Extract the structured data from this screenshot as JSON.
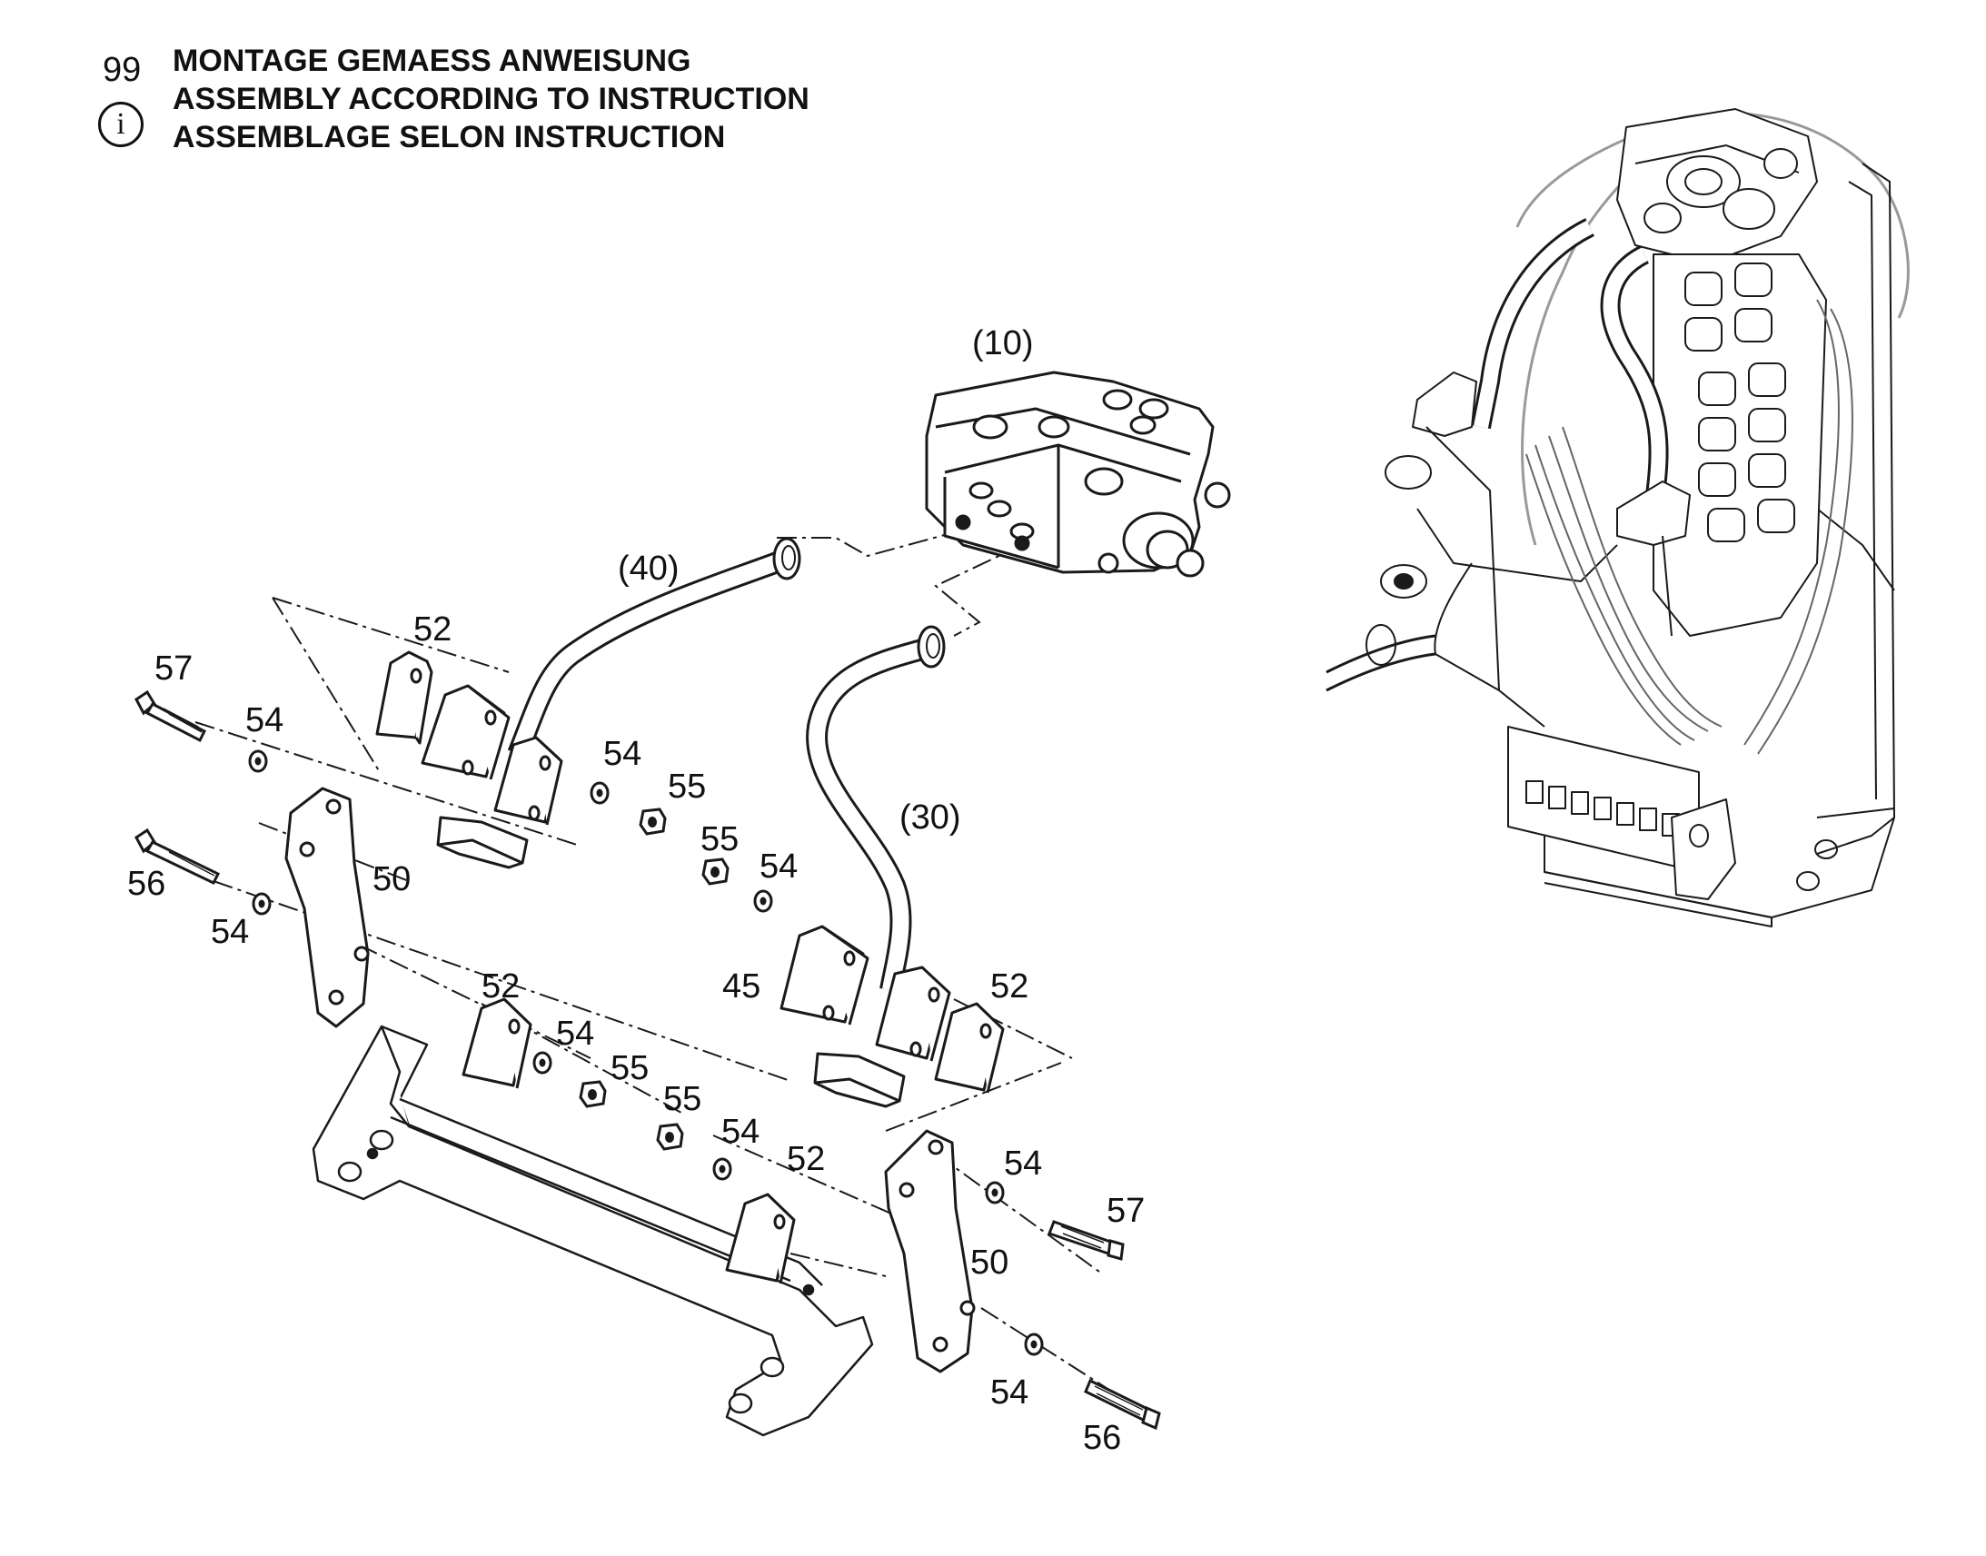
{
  "header": {
    "number": "99",
    "info_symbol": "i",
    "lines": [
      "MONTAGE GEMAESS ANWEISUNG",
      "ASSEMBLY ACCORDING TO INSTRUCTION",
      "ASSEMBLAGE SELON INSTRUCTION"
    ]
  },
  "callouts": {
    "valve": "(10)",
    "pipe_upper": "(40)",
    "pipe_lower": "(30)",
    "c52a": "52",
    "c57a": "57",
    "c54a": "54",
    "c54b": "54",
    "c55a": "55",
    "c55b": "55",
    "c54c": "54",
    "c50a": "50",
    "c56a": "56",
    "c54d": "54",
    "c45": "45",
    "c52b": "52",
    "c52c": "52",
    "c54e": "54",
    "c55c": "55",
    "c55d": "55",
    "c54f": "54",
    "c52d": "52",
    "c54g": "54",
    "c57b": "57",
    "c50b": "50",
    "c54h": "54",
    "c56b": "56"
  },
  "colors": {
    "line": "#1a1a1a",
    "ghost": "#9a9a9a",
    "background": "#ffffff"
  }
}
